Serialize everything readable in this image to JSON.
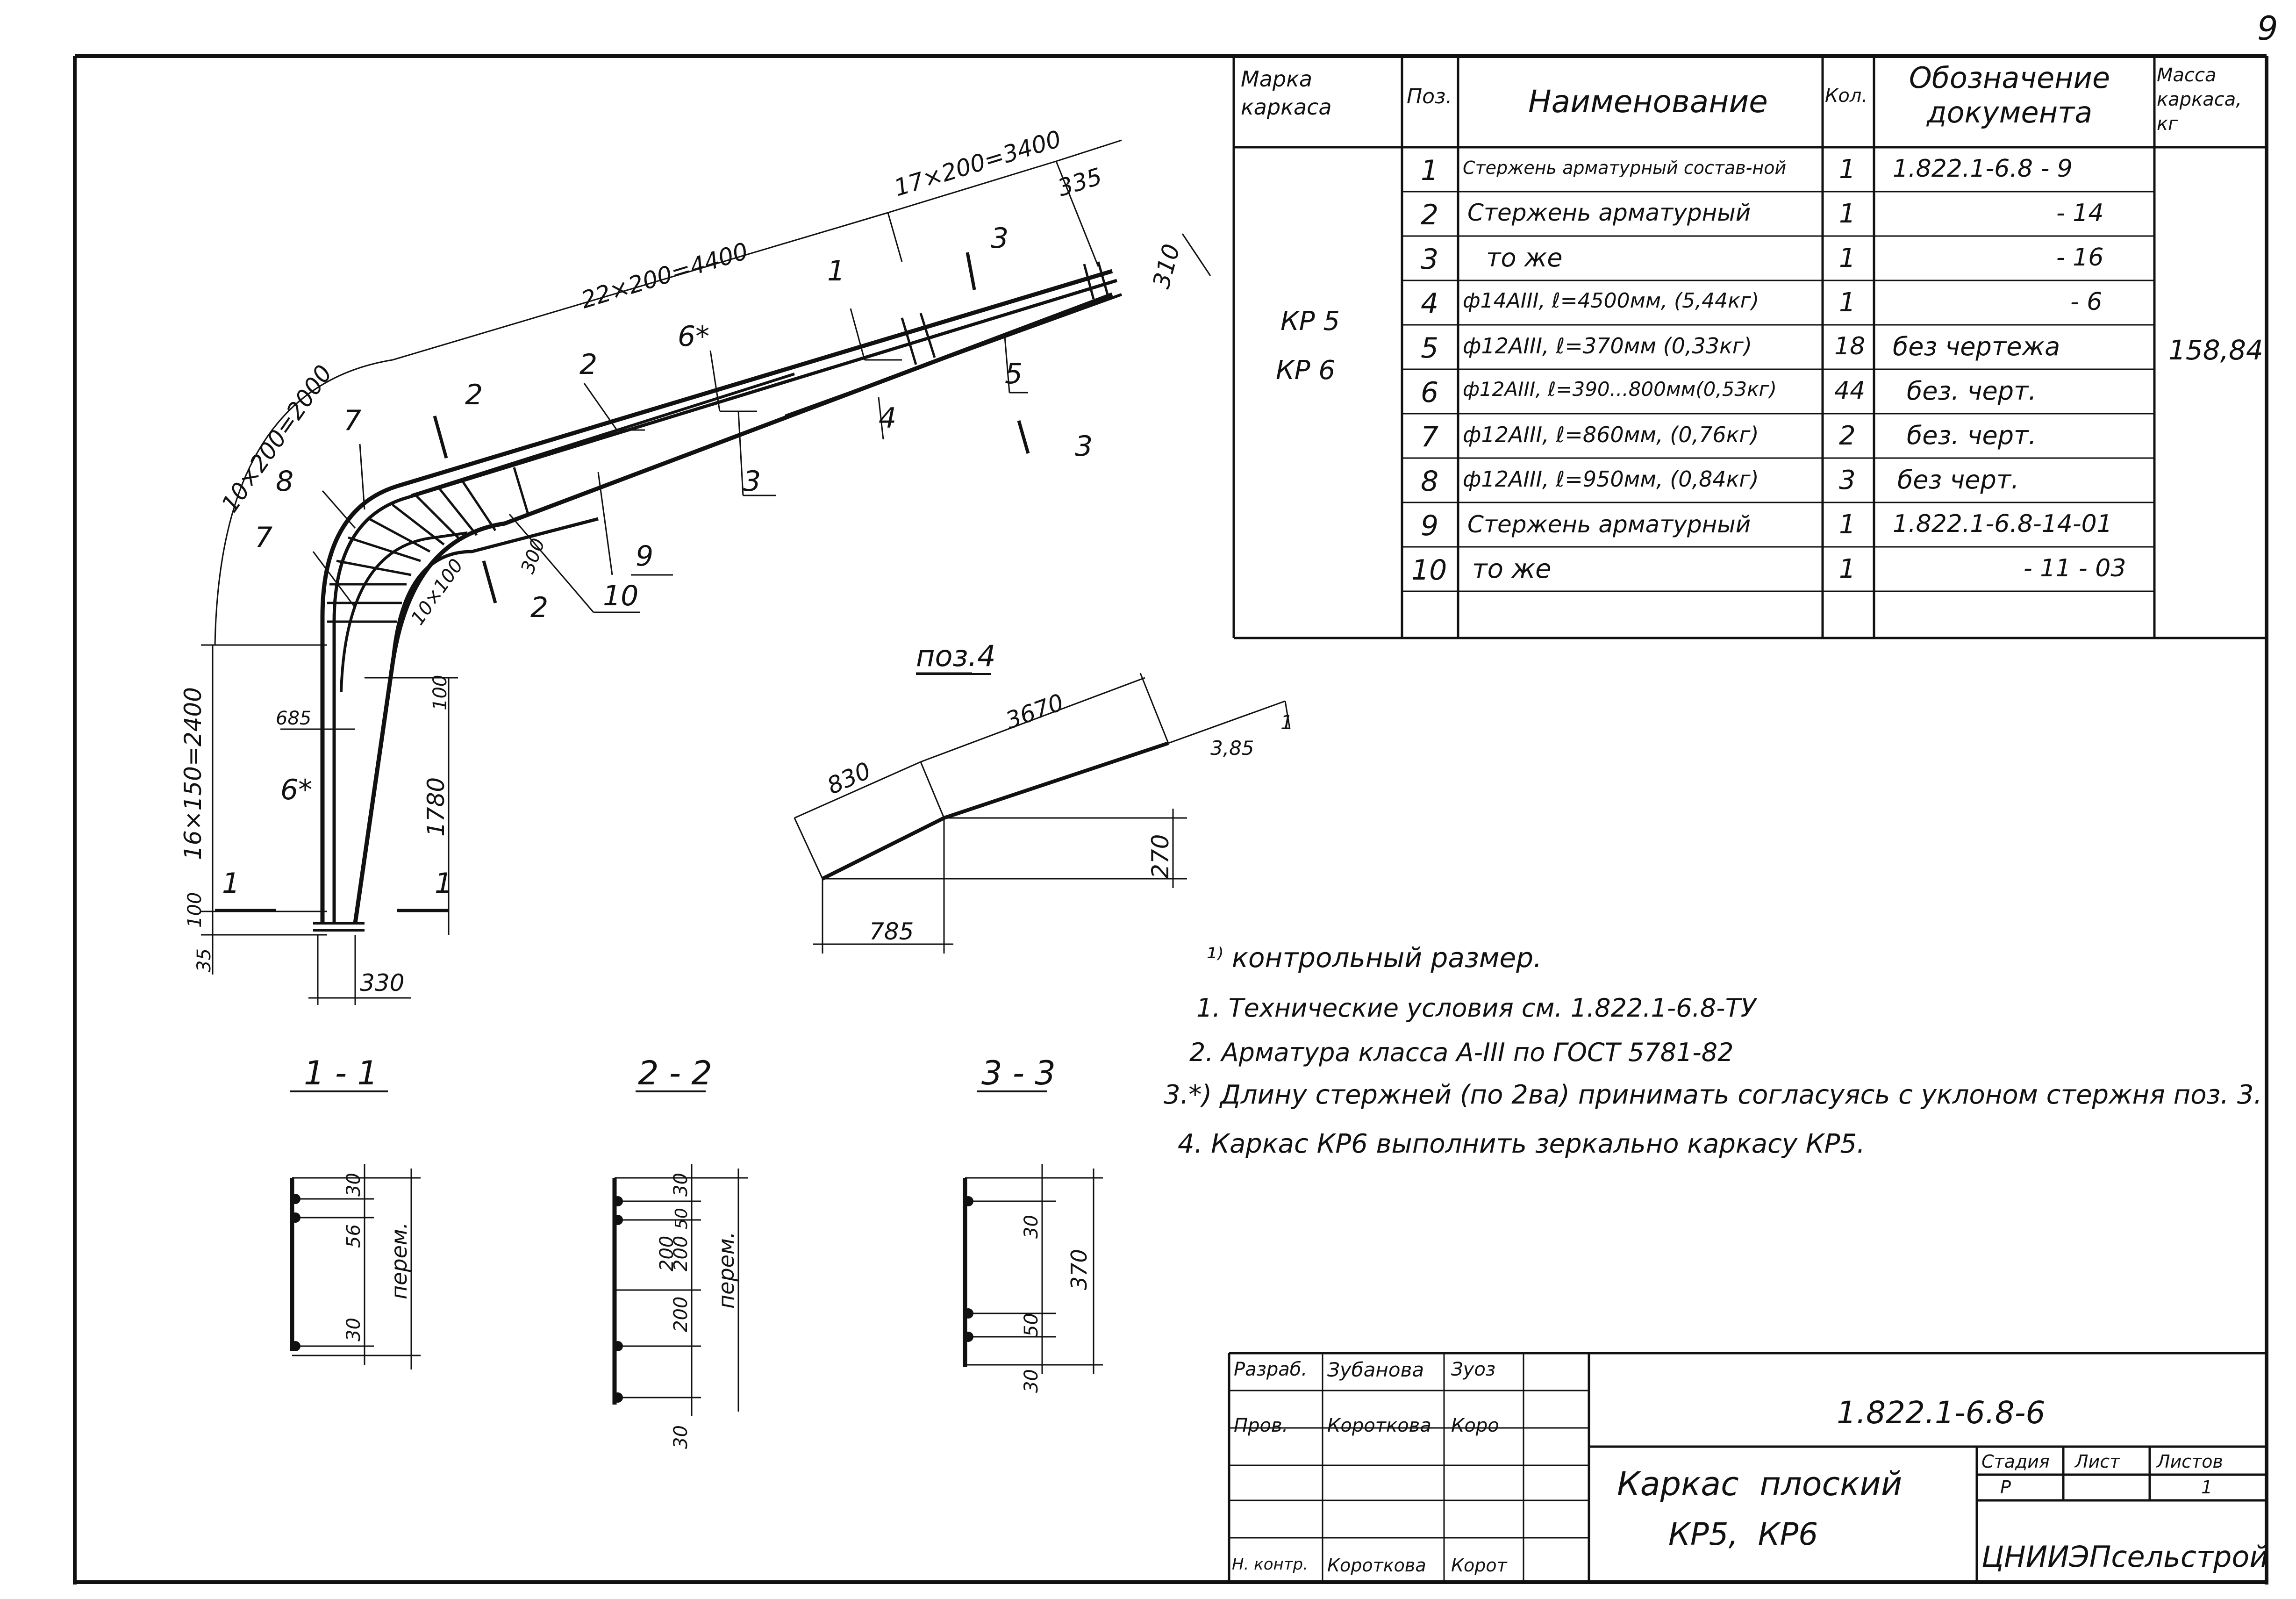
{
  "sheet_number": "9",
  "spec_table": {
    "headers": [
      "Марка каркаса",
      "Поз.",
      "Наименование",
      "Кол.",
      "Обозначение документа",
      "Масса каркаса, кг"
    ],
    "mark": [
      "КР 5",
      "КР 6"
    ],
    "mass": "158,84",
    "rows": [
      {
        "pos": "1",
        "name": "Стержень арматурный состав-ной",
        "qty": "1",
        "doc": "1.822.1-6.8 - 9"
      },
      {
        "pos": "2",
        "name": "Стержень арматурный",
        "qty": "1",
        "doc": "- 14"
      },
      {
        "pos": "3",
        "name": "то же",
        "qty": "1",
        "doc": "- 16"
      },
      {
        "pos": "4",
        "name": "ф14АIII, ℓ=4500мм, (5,44кг)",
        "qty": "1",
        "doc": "- 6"
      },
      {
        "pos": "5",
        "name": "ф12АIII, ℓ=370мм (0,33кг)",
        "qty": "18",
        "doc": "без чертежа"
      },
      {
        "pos": "6",
        "name": "ф12АIII, ℓ=390...800мм(0,53кг)",
        "qty": "44",
        "doc": "без. черт."
      },
      {
        "pos": "7",
        "name": "ф12АIII, ℓ=860мм, (0,76кг)",
        "qty": "2",
        "doc": "без. черт."
      },
      {
        "pos": "8",
        "name": "ф12АIII, ℓ=950мм, (0,84кг)",
        "qty": "3",
        "doc": "без черт."
      },
      {
        "pos": "9",
        "name": "Стержень арматурный",
        "qty": "1",
        "doc": "1.822.1-6.8-14-01"
      },
      {
        "pos": "10",
        "name": "то же",
        "qty": "1",
        "doc": "- 11 - 03"
      }
    ]
  },
  "main_drawing": {
    "dims": [
      "17×200=3400",
      "335",
      "310",
      "22×200=4400",
      "10×200=2000",
      "16×150=2400",
      "100",
      "35",
      "330",
      "685",
      "1780",
      "100",
      "300",
      "10×100"
    ],
    "labels": [
      "1",
      "2",
      "3",
      "4",
      "5",
      "6*",
      "7",
      "7",
      "8",
      "9",
      "10",
      "6*"
    ],
    "section_marks": [
      "1",
      "1",
      "2",
      "2",
      "3",
      "3"
    ]
  },
  "pos4": {
    "title": "поз.4",
    "dims": [
      "830",
      "3670",
      "3,85",
      "1",
      "270",
      "785"
    ]
  },
  "sections": [
    {
      "title": "1 - 1",
      "dims": [
        "30",
        "56",
        "30"
      ],
      "label": "перем."
    },
    {
      "title": "2 - 2",
      "dims": [
        "30",
        "50",
        "200",
        "200",
        "200",
        "30"
      ],
      "label": "перем."
    },
    {
      "title": "3 - 3",
      "dims": [
        "30",
        "50",
        "30"
      ],
      "label": "370"
    }
  ],
  "notes": {
    "footnote": "¹⁾ контрольный размер.",
    "items": [
      "1. Технические условия см. 1.822.1-6.8-ТУ",
      "2. Арматура класса А-III по ГОСТ 5781-82",
      "3.*) Длину стержней (по 2ва) принимать согласуясь с уклоном стержня поз. 3.",
      "4.   Каркас КР6 выполнить зеркально каркасу КР5."
    ]
  },
  "title_block": {
    "rows": [
      {
        "role": "Разраб.",
        "name": "Зубанова",
        "sign": "Зуоз"
      },
      {
        "role": "Пров.",
        "name": "Короткова",
        "sign": "Коро"
      },
      {
        "role": "",
        "name": "",
        "sign": ""
      },
      {
        "role": "",
        "name": "",
        "sign": ""
      },
      {
        "role": "",
        "name": "",
        "sign": ""
      },
      {
        "role": "Н. контр.",
        "name": "Короткова",
        "sign": "Корот"
      }
    ],
    "doc_code": "1.822.1-6.8-6",
    "title_line1": "Каркас  плоский",
    "title_line2": "КР5,  КР6",
    "stage_header": "Стадия",
    "sheet_header": "Лист",
    "sheets_header": "Листов",
    "stage": "Р",
    "sheet": "",
    "sheets": "1",
    "org": "ЦНИИЭПсельстрой"
  }
}
